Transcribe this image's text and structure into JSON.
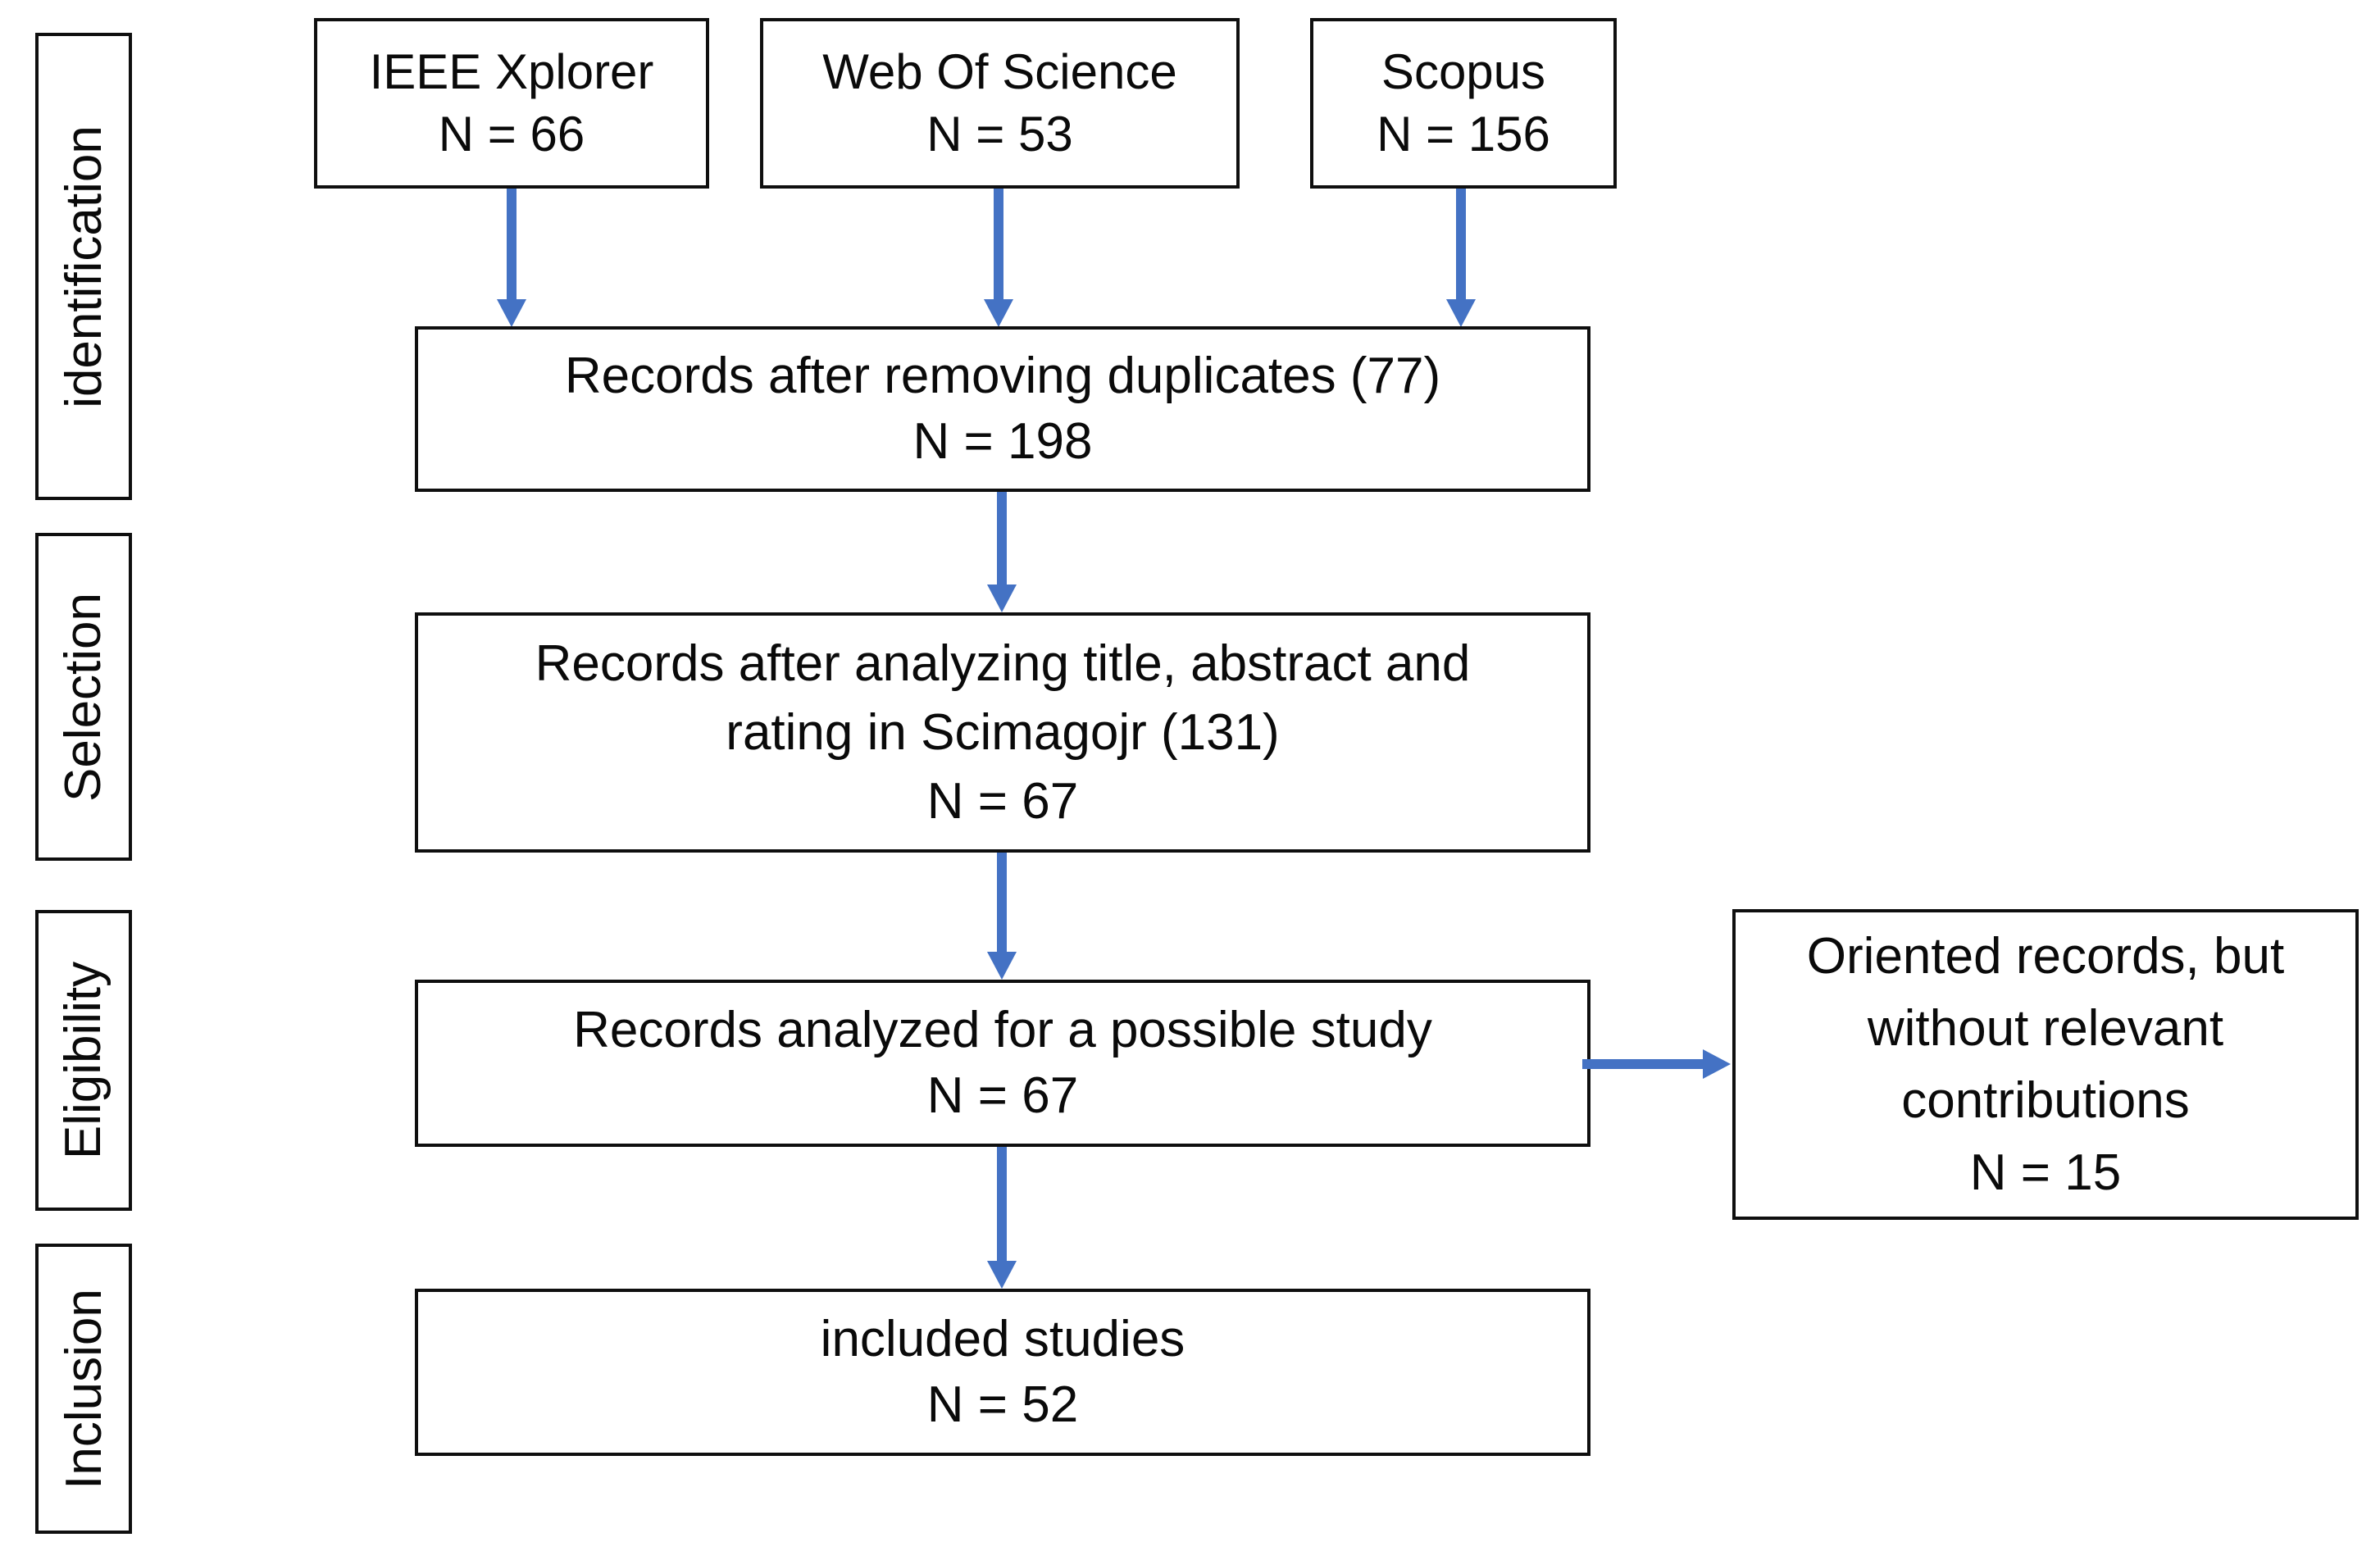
{
  "colors": {
    "arrow": "#4472C4",
    "line": "#0f0f0f",
    "box_fill": "#ffffff",
    "background": "#ffffff",
    "text": "#0a0a0a"
  },
  "stage_labels": [
    {
      "label": "identification"
    },
    {
      "label": "Selection"
    },
    {
      "label": "Eligibility"
    },
    {
      "label": "Inclusion"
    }
  ],
  "sources": [
    {
      "name": "IEEE Xplorer",
      "count": "N = 66"
    },
    {
      "name": "Web Of Science",
      "count": "N = 53"
    },
    {
      "name": "Scopus",
      "count": "N = 156"
    }
  ],
  "steps": {
    "duplicates": {
      "lines": [
        "Records after removing duplicates (77)",
        "N = 198"
      ]
    },
    "screening": {
      "lines": [
        "Records after analyzing title, abstract and",
        "rating in Scimagojr (131)",
        "N = 67"
      ]
    },
    "eligibility": {
      "lines": [
        "Records analyzed for a possible study",
        "N = 67"
      ]
    },
    "excluded": {
      "lines": [
        "Oriented records, but",
        "without relevant",
        "contributions",
        "N = 15"
      ]
    },
    "included": {
      "lines": [
        "included studies",
        "N = 52"
      ]
    }
  }
}
